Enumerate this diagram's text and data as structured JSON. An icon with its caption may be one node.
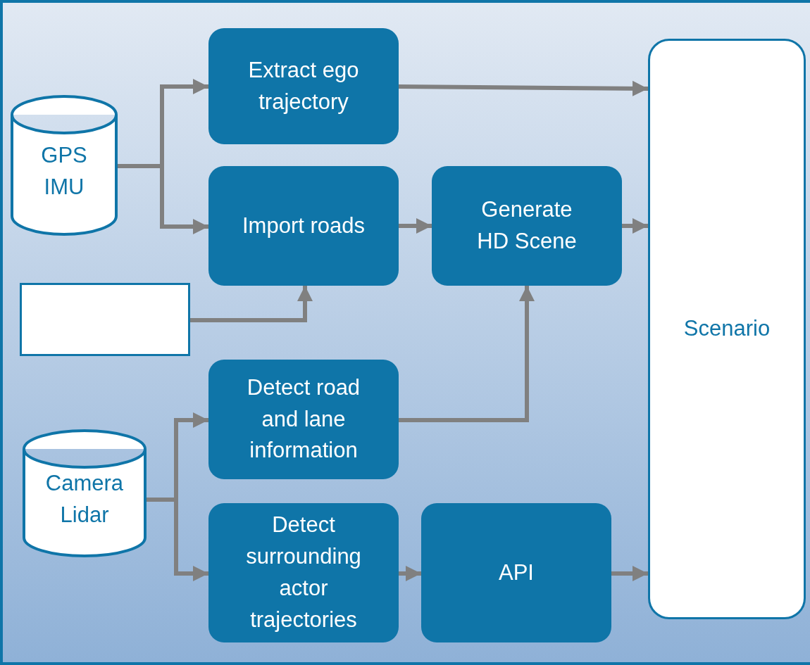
{
  "diagram": {
    "nodes": [
      {
        "text": [
          "GPS IMU"
        ]
      },
      {
        "text": [
          "Extract ego trajectory"
        ]
      },
      {
        "text": [
          "Import roads"
        ]
      },
      {
        "text": [],
        "shape": "box"
      },
      {
        "text": [
          "Generate HD Scene"
        ]
      },
      {
        "text": [
          "Detect road and lane information"
        ]
      },
      {
        "text": [
          "Camera Lidar"
        ]
      },
      {
        "text": [
          "Detect surrounding actor trajectories"
        ]
      },
      {
        "text": [
          "API"
        ]
      },
      {
        "text": [
          "Scenario"
        ]
      }
    ],
    "edges": [
      {
        "from": 0,
        "to": 1,
        "arrow": "to"
      },
      {
        "from": 0,
        "to": 2,
        "arrow": "to"
      },
      {
        "from": 1,
        "to": 9,
        "arrow": "to"
      },
      {
        "from": 2,
        "to": 4,
        "arrow": "to"
      },
      {
        "from": 3,
        "to": 2,
        "arrow": "to"
      },
      {
        "from": 4,
        "to": 9,
        "arrow": "to"
      },
      {
        "from": 5,
        "to": 4,
        "arrow": "to"
      },
      {
        "from": 6,
        "to": 5,
        "arrow": "to"
      },
      {
        "from": 6,
        "to": 7,
        "arrow": "to"
      },
      {
        "from": 7,
        "to": 8,
        "arrow": "to"
      },
      {
        "from": 8,
        "to": 9,
        "arrow": "to"
      }
    ]
  }
}
